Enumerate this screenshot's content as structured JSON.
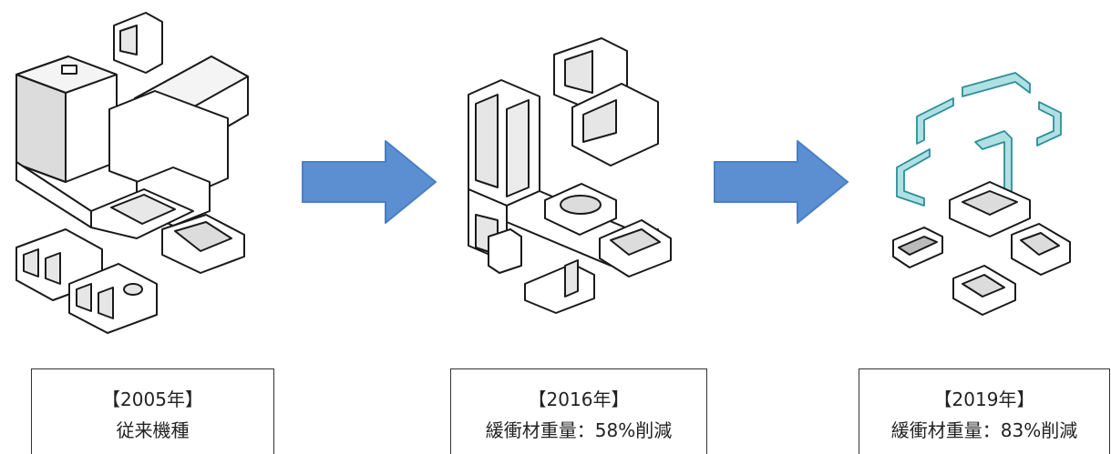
{
  "colors": {
    "arrow": "#5b8fd2",
    "arrow_edge": "#4a7fc2",
    "line": "#1a1a1a",
    "gray_fill": "#dcdcdc",
    "teal_fill": "#aee0e4",
    "teal_line": "#2c8f97"
  },
  "stages": [
    {
      "year_label": "【2005年】",
      "description": "従来機種"
    },
    {
      "year_label": "【2016年】",
      "description": "緩衝材重量：58%削減"
    },
    {
      "year_label": "【2019年】",
      "description": "緩衝材重量：83%削減"
    }
  ]
}
